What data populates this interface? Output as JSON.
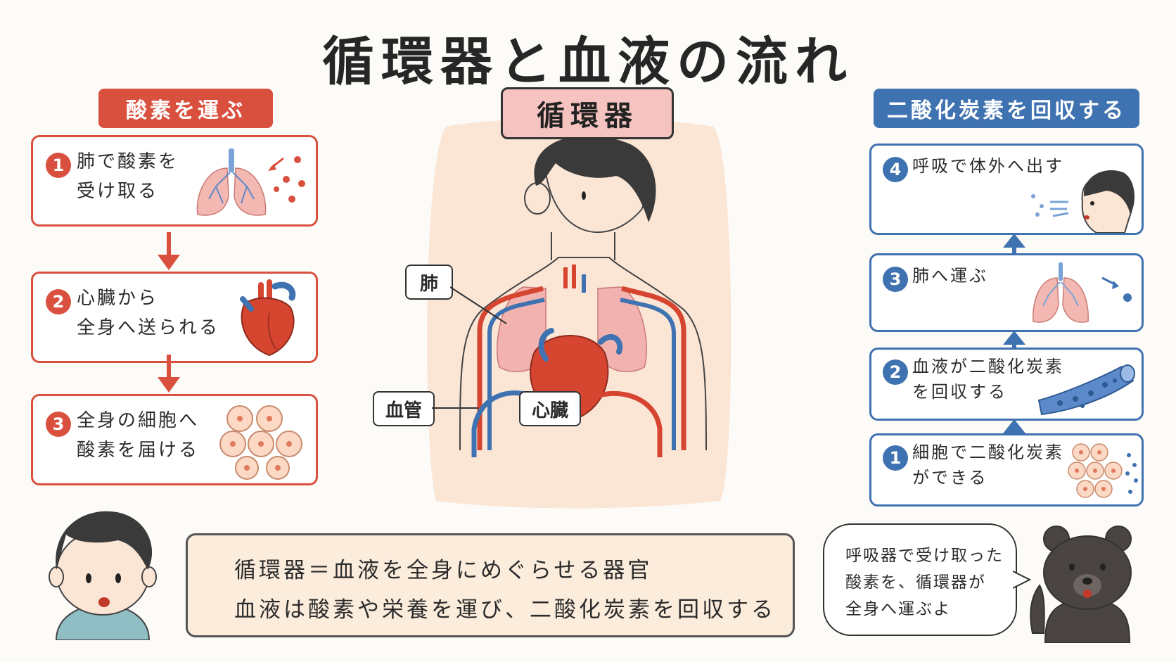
{
  "title": "循環器と血液の流れ",
  "left": {
    "header": "酸素を運ぶ",
    "steps": [
      {
        "num": "1",
        "line1": "肺で酸素を",
        "line2": "受け取る"
      },
      {
        "num": "2",
        "line1": "心臓から",
        "line2": "全身へ送られる"
      },
      {
        "num": "3",
        "line1": "全身の細胞へ",
        "line2": "酸素を届ける"
      }
    ]
  },
  "center": {
    "header": "循環器",
    "labels": {
      "lung": "肺",
      "vessel": "血管",
      "heart": "心臓"
    }
  },
  "right": {
    "header": "二酸化炭素を回収する",
    "steps": [
      {
        "num": "4",
        "line1": "呼吸で体外へ出す",
        "line2": ""
      },
      {
        "num": "3",
        "line1": "肺へ運ぶ",
        "line2": ""
      },
      {
        "num": "2",
        "line1": "血液が二酸化炭素",
        "line2": "を回収する"
      },
      {
        "num": "1",
        "line1": "細胞で二酸化炭素",
        "line2": "ができる"
      }
    ]
  },
  "summary": {
    "line1": "循環器＝血液を全身にめぐらせる器官",
    "line2": "血液は酸素や栄養を運び、二酸化炭素を回収する"
  },
  "bubble": {
    "line1": "呼吸器で受け取った",
    "line2": "酸素を、循環器が",
    "line3": "全身へ運ぶよ"
  },
  "colors": {
    "red": "#d9503f",
    "blue": "#3f72b0",
    "skin": "#fbe5d5",
    "lung": "#f2b3b0",
    "heart": "#d6452f"
  }
}
